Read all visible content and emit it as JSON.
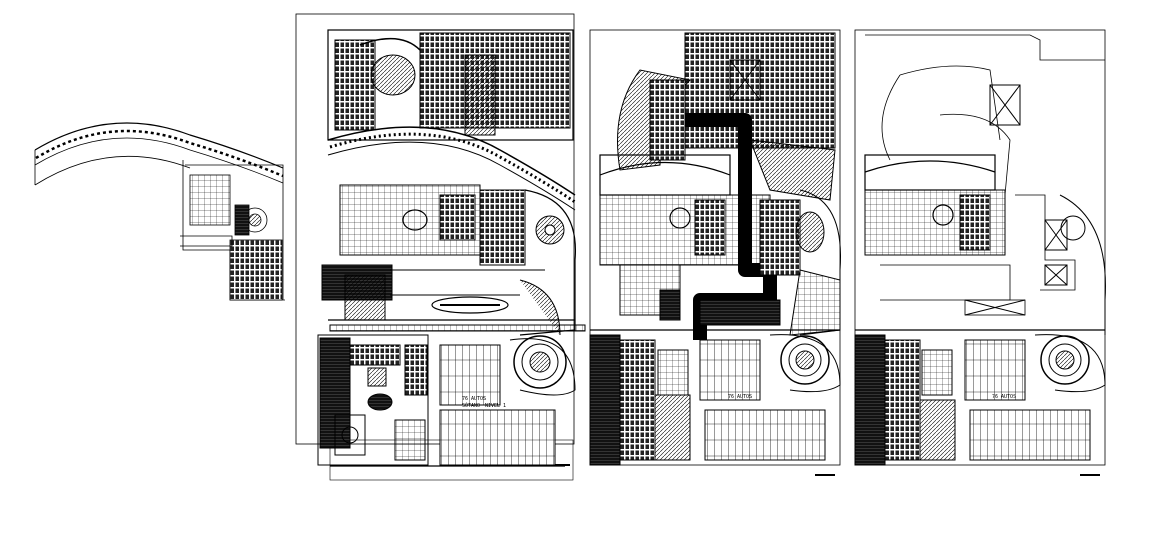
{
  "drawing": {
    "background": "#ffffff",
    "line_color": "#000000",
    "sheets": [
      {
        "id": "level-1",
        "labels": [
          "76 AUTOS",
          "SÓTANO",
          "NIVEL 1"
        ]
      },
      {
        "id": "level-2",
        "labels": [
          "76 AUTOS"
        ]
      },
      {
        "id": "level-3",
        "labels": [
          "76 AUTOS"
        ]
      }
    ]
  }
}
